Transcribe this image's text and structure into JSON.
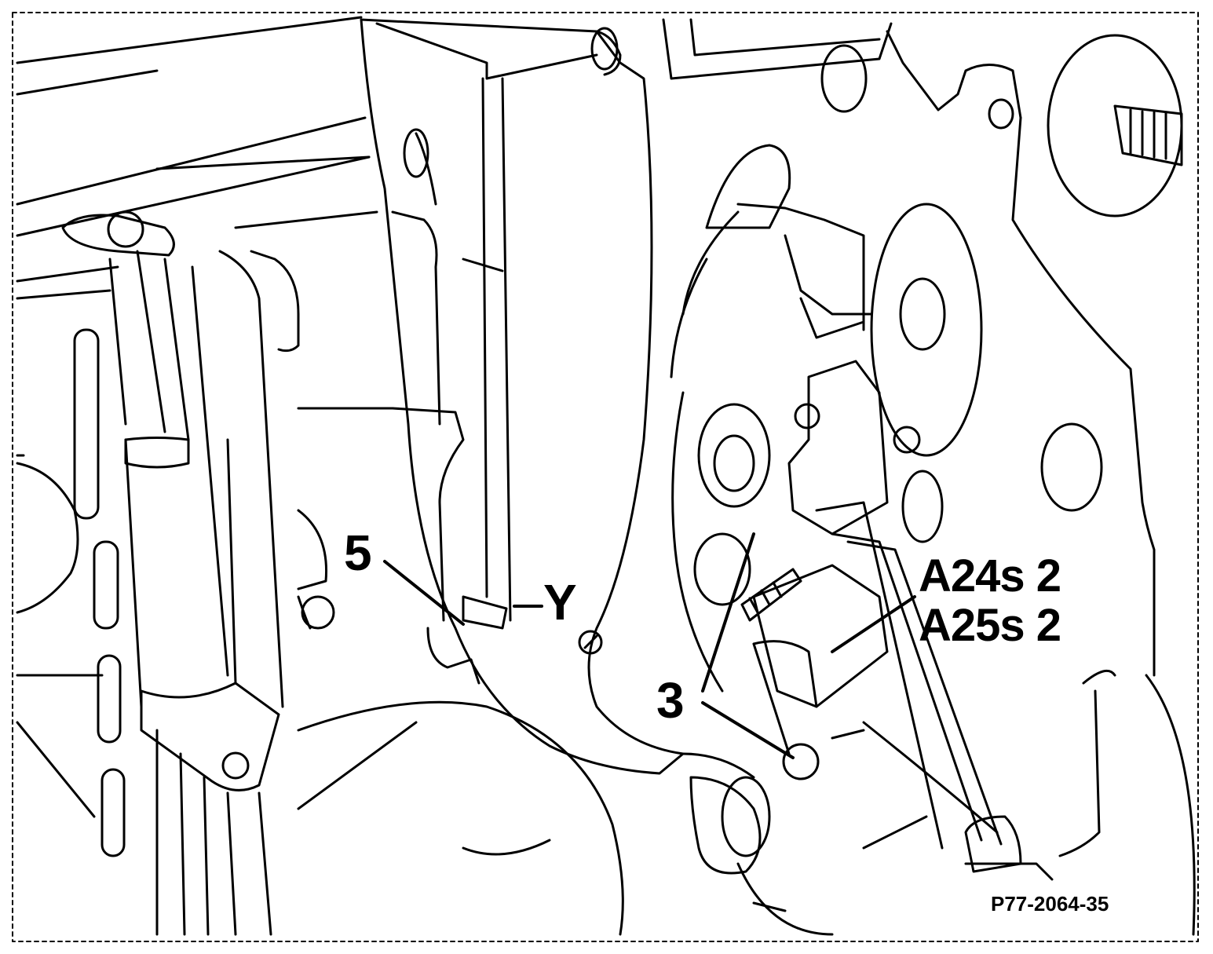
{
  "callouts": {
    "label_5": "5",
    "label_y": "Y",
    "label_3": "3",
    "label_a24s2": "A24s 2",
    "label_a25s2": "A25s 2"
  },
  "figure_ref": "P77-2064-35",
  "colors": {
    "line": "#000000",
    "background": "#ffffff"
  }
}
